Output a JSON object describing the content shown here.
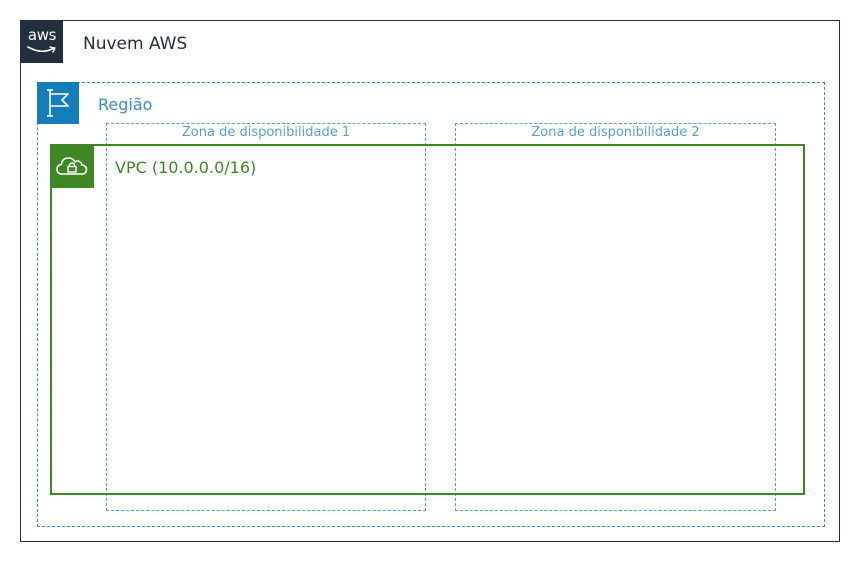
{
  "cloud": {
    "logo_text": "aws",
    "title": "Nuvem AWS",
    "icon": "aws-logo-icon"
  },
  "region": {
    "title": "Região",
    "icon": "flag-icon",
    "color": "#147eba"
  },
  "availability_zones": [
    {
      "title": "Zona de disponibilidade 1"
    },
    {
      "title": "Zona de disponibilidade 2"
    }
  ],
  "vpc": {
    "title": "VPC (10.0.0.0/16)",
    "icon": "cloud-lock-icon",
    "color": "#3f8624"
  },
  "colors": {
    "aws_dark": "#232f3e",
    "region_blue": "#147eba",
    "az_blue": "#5a9fd4",
    "vpc_green": "#3f8624"
  }
}
